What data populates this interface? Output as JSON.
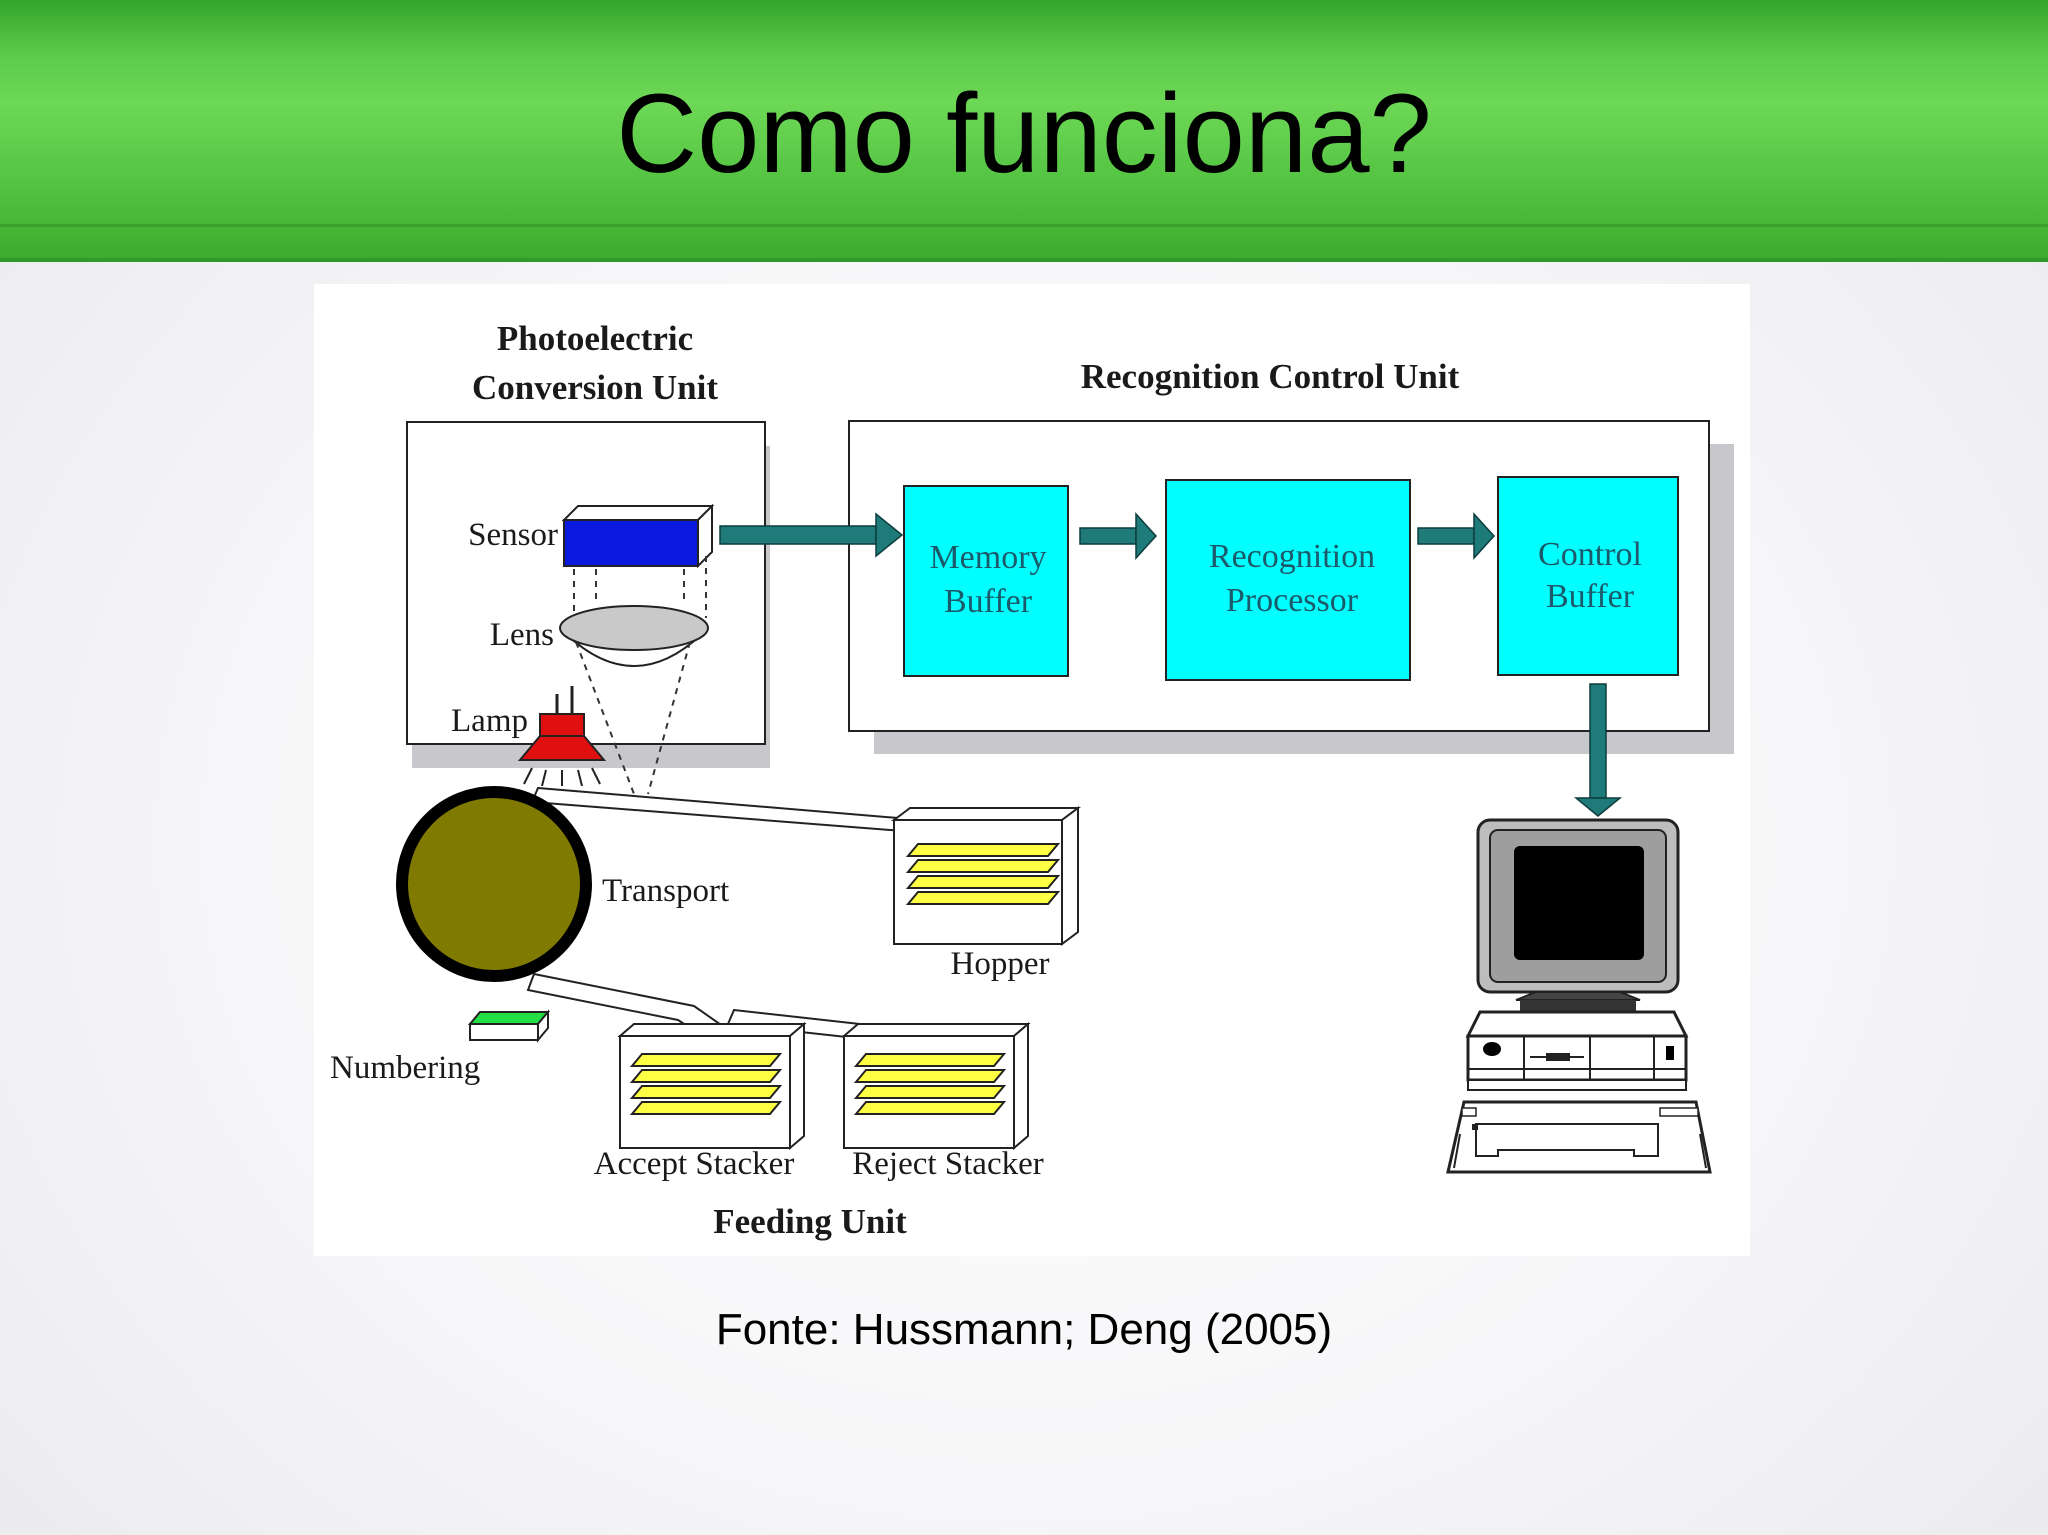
{
  "slide": {
    "title": "Como funciona?",
    "caption": "Fonte: Hussmann; Deng (2005)"
  },
  "diagram": {
    "units": {
      "photoelectric_line1": "Photoelectric",
      "photoelectric_line2": "Conversion Unit",
      "recognition_control": "Recognition Control Unit",
      "feeding": "Feeding Unit"
    },
    "components": {
      "sensor": "Sensor",
      "lens": "Lens",
      "lamp": "Lamp",
      "transport": "Transport",
      "hopper": "Hopper",
      "numbering": "Numbering",
      "accept_stacker": "Accept Stacker",
      "reject_stacker": "Reject Stacker"
    },
    "blocks": {
      "memory_line1": "Memory",
      "memory_line2": "Buffer",
      "processor_line1": "Recognition",
      "processor_line2": "Processor",
      "control_line1": "Control",
      "control_line2": "Buffer"
    },
    "colors": {
      "block_fill": "#00ffff",
      "arrow": "#1f7a7a",
      "sensor": "#0a18e0",
      "lamp": "#e01010",
      "drum": "#807a00",
      "documents": "#ffff44",
      "numbering": "#22dd44"
    }
  }
}
